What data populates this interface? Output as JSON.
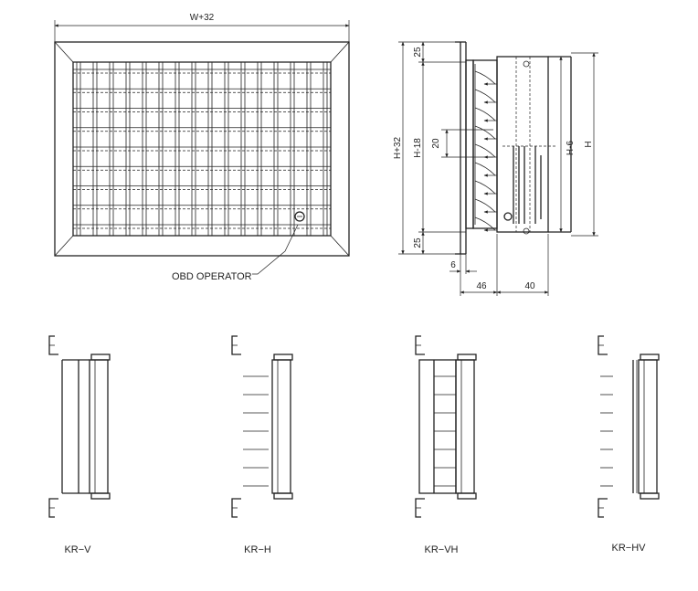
{
  "front_view": {
    "width_dim": "W+32",
    "operator_label": "OBD OPERATOR"
  },
  "side_view": {
    "overall_height_dim": "H+32",
    "inner_height_dim": "H-18",
    "spacing_dim": "20",
    "top_flange_dim": "25",
    "bottom_flange_dim": "25",
    "damper_height_dim": "H-6",
    "height_dim": "H",
    "flange_thickness_dim": "6",
    "grille_depth_dim": "46",
    "damper_depth_dim": "40"
  },
  "variants": [
    {
      "caption": "KR−V"
    },
    {
      "caption": "KR−H"
    },
    {
      "caption": "KR−VH"
    },
    {
      "caption": "KR−HV"
    }
  ]
}
